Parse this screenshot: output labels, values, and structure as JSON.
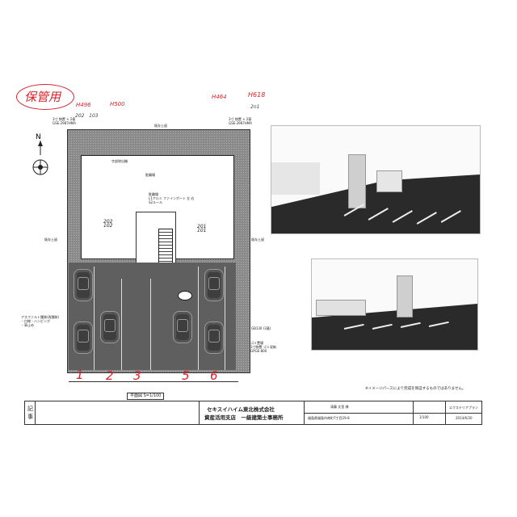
{
  "handwriting": {
    "stamp": "保管用",
    "h_top_left_1": "H496",
    "h_top_left_2": "H500",
    "h_top_right_1": "H464",
    "h_top_right_2": "H618",
    "unit_202_103": "202\n103",
    "unit_201": "201",
    "bay_numbers": [
      "1",
      "2",
      "3",
      "5",
      "6"
    ]
  },
  "plan": {
    "north": "N",
    "unit_labels": [
      "202",
      "102",
      "201",
      "101"
    ],
    "labels": {
      "top_left_box": "3寸 物置 × 2基\nGSE-2987HMA",
      "top_right_box": "3寸 物置 × 2基\nGSE-2987HMA",
      "boundary_top": "既存土留",
      "boundary_left": "既存土留",
      "boundary_right": "既存土留",
      "bike": "駐輪場",
      "scale": "平面図 S=1/100",
      "right_note": "GB130 (3基)",
      "left_note": "アスファルト舗装(再舗装)\n・白線・ハンピング\n・車止め",
      "fence": "フェンス",
      "unit_top": "101",
      "unit_top2": "201",
      "unit_left": "202",
      "unit_left2": "103"
    }
  },
  "note": "※イメージパースにより完成を保証するものではありません。",
  "titleblock": {
    "label_vertical": "記事",
    "company": "セキスイハイム東北株式会社",
    "department": "資産活用支店　一級建築士事務所",
    "scale": "1/100",
    "title": "エクステリアプラン",
    "date": "2014/6/30"
  },
  "colors": {
    "handwriting_red": "#d8232a",
    "pavement": "#5f5f5f",
    "gravel": "#8a8a8a"
  },
  "icons": [
    "north-arrow-icon",
    "compass-icon"
  ]
}
